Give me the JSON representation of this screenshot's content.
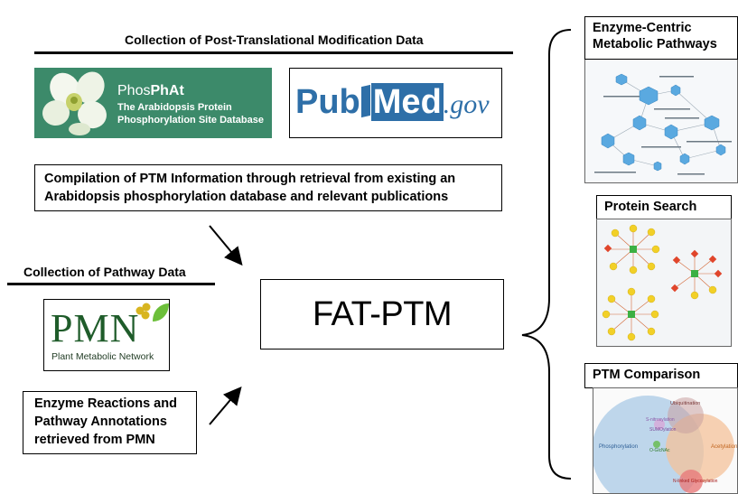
{
  "ptm_section": {
    "heading": "Collection of Post-Translational Modification Data",
    "phosphat": {
      "name_part1": "Phos",
      "name_part2": "PhAt",
      "line1": "The Arabidopsis Protein",
      "line2": "Phosphorylation Site Database"
    },
    "pubmed": {
      "pub": "Pub",
      "med": "Med",
      "dotgov": ".gov"
    },
    "compilation_text_line1": "Compilation of PTM Information through retrieval from existing an",
    "compilation_text_line2": "Arabidopsis phosphorylation database and relevant publications"
  },
  "pathway_section": {
    "heading": "Collection of Pathway Data",
    "pmn": {
      "letters": "PMN",
      "subtitle": "Plant Metabolic Network"
    },
    "enzyme_text_line1": "Enzyme Reactions and",
    "enzyme_text_line2": "Pathway Annotations",
    "enzyme_text_line3": "retrieved from PMN"
  },
  "center": {
    "label": "FAT-PTM"
  },
  "outputs": {
    "enzyme_pathways_line1": "Enzyme-Centric",
    "enzyme_pathways_line2": "Metabolic Pathways",
    "protein_search": "Protein Search",
    "ptm_comparison": "PTM Comparison",
    "venn_labels": {
      "phosphorylation": "Phosphorylation",
      "acetylation": "Acetylation",
      "ubiquitination": "Ubiquitination",
      "n_linked_glycosylation": "N-linked Glycosylation",
      "sumoylation": "SUMOylation",
      "s_nitrosylation": "S-nitrosylation",
      "o_glcnac": "O-GlcNAc"
    }
  },
  "colors": {
    "phosphat_green": "#3c8a6a",
    "pubmed_blue": "#2e6fa8",
    "pmn_green": "#1f5c2a",
    "hexagon_blue": "#5aa9e0",
    "venn_blue": "#a9c9e6",
    "venn_orange": "#f4c199",
    "venn_red": "#e97a7a"
  }
}
